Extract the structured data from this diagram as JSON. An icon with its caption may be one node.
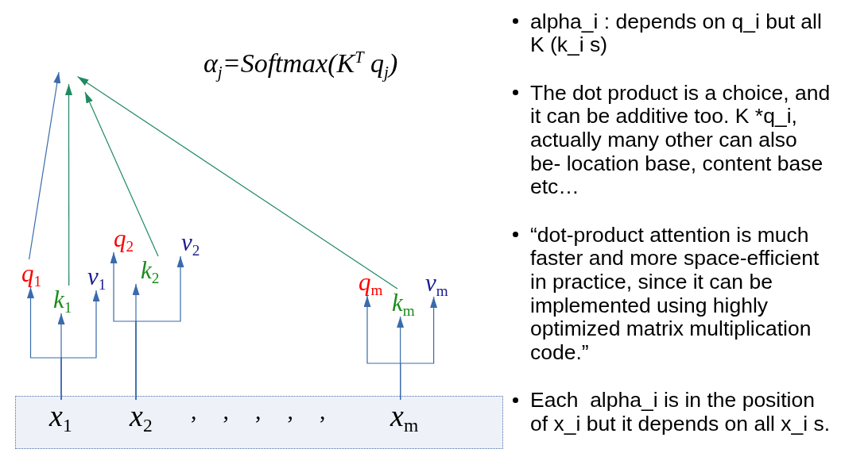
{
  "diagram": {
    "nodes": [
      {
        "text": [
          "q$_{1}$"
        ]
      },
      {
        "text": [
          "k$_{1}$"
        ]
      },
      {
        "text": [
          "v$_{1}$"
        ]
      },
      {
        "text": [
          "q$_{2}$"
        ]
      },
      {
        "text": [
          "k$_{2}$"
        ]
      },
      {
        "text": [
          "v$_{2}$"
        ]
      },
      {
        "text": [
          "q$_{m}$"
        ]
      },
      {
        "text": [
          "k$_{m}$"
        ]
      },
      {
        "text": [
          "v$_{m}$"
        ]
      },
      {
        "text": [
          ",",
          ",",
          ",",
          ",",
          ","
        ]
      },
      {
        "text": [
          "x$_{1}$"
        ],
        "in": 9
      },
      {
        "text": [
          "x$_{2}$"
        ],
        "in": 9
      },
      {
        "text": [
          "x$_{m}$"
        ],
        "in": 9
      }
    ],
    "edges": [
      {
        "from": 10,
        "to": 0,
        "arrow": "to"
      },
      {
        "from": 10,
        "to": 1,
        "arrow": "to"
      },
      {
        "from": 10,
        "to": 2,
        "arrow": "to"
      },
      {
        "from": 11,
        "to": 3,
        "arrow": "to"
      },
      {
        "from": 11,
        "to": 4,
        "arrow": "to"
      },
      {
        "from": 11,
        "to": 5,
        "arrow": "to"
      },
      {
        "from": 12,
        "to": 6,
        "arrow": "to"
      },
      {
        "from": 12,
        "to": 7,
        "arrow": "to"
      },
      {
        "from": 12,
        "to": 8,
        "arrow": "to"
      },
      {
        "from": 0,
        "to": null,
        "arrow": "to"
      },
      {
        "from": 1,
        "to": null,
        "arrow": "to",
        "color": "#1f8a62"
      },
      {
        "from": 4,
        "to": null,
        "arrow": "to",
        "color": "#1f8a62"
      },
      {
        "from": 7,
        "to": null,
        "arrow": "to",
        "color": "#1f8a62"
      }
    ],
    "labels": [
      "α$_{j}$=Softmax(K$^{T}$ q$_{j}$)",
      "alpha_i : depends on q_i but all K (k_i s)",
      "The dot product is a choice, and it can be additive too. K *q_i, actually many other can also be- location base, content base etc…",
      "“dot-product attention is much faster and more space-efficient in practice, since it can be implemented using highly optimized matrix multiplication code.”",
      "Each  alpha_i is in the position of x_i but it depends on all x_i s."
    ]
  }
}
